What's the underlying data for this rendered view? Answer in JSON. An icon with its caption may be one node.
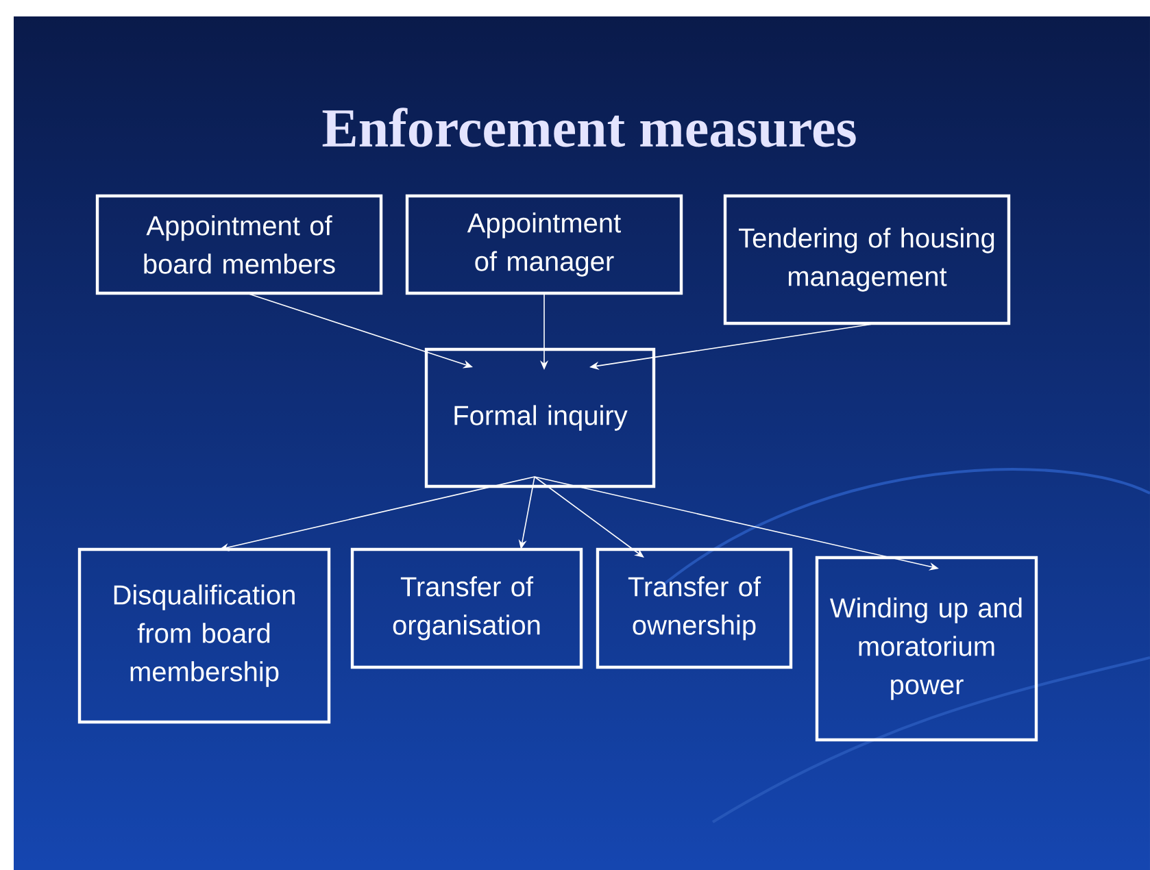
{
  "diagram": {
    "title": "Enforcement measures",
    "nodes": [
      {
        "text": [
          "Appointment of board members"
        ]
      },
      {
        "text": [
          "Appointment of manager"
        ]
      },
      {
        "text": [
          "Tendering of housing management"
        ]
      },
      {
        "text": [
          "Formal inquiry"
        ]
      },
      {
        "text": [
          "Disqualification from board membership"
        ]
      },
      {
        "text": [
          "Transfer of organisation"
        ]
      },
      {
        "text": [
          "Transfer of ownership"
        ]
      },
      {
        "text": [
          "Winding up and moratorium power"
        ]
      }
    ],
    "edges": [
      {
        "from": 0,
        "to": 3,
        "arrow": "to"
      },
      {
        "from": 1,
        "to": 3,
        "arrow": "to"
      },
      {
        "from": 2,
        "to": 3,
        "arrow": "to"
      },
      {
        "from": 3,
        "to": 4,
        "arrow": "to"
      },
      {
        "from": 3,
        "to": 5,
        "arrow": "to"
      },
      {
        "from": 3,
        "to": 6,
        "arrow": "to"
      },
      {
        "from": 3,
        "to": 7,
        "arrow": "to"
      }
    ]
  }
}
